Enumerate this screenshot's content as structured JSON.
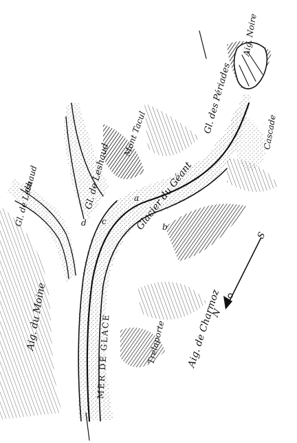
{
  "map": {
    "labels": {
      "mer_de_glace": "MER DE GLACE",
      "glacier_du_geant": "Glacier du Géant",
      "gl_de_leshaud": "Gl. de Leshaud",
      "gl_des_periades": "Gl. des Périades",
      "aig_noire": "Aig. Noire",
      "mont_tacul": "Mont Tacul",
      "cascade": "Cascade",
      "aig_du_moine": "Aig. du Moine",
      "trelaporte": "Trelaporte",
      "aig_de_charmoz": "Aig. de Charmoz",
      "du_fragment": "du",
      "gl_fragment": "Gl. de Leshaud"
    },
    "moraine_letters": [
      "a",
      "b",
      "c",
      "d"
    ],
    "compass": {
      "north": "N",
      "south": "S"
    }
  }
}
